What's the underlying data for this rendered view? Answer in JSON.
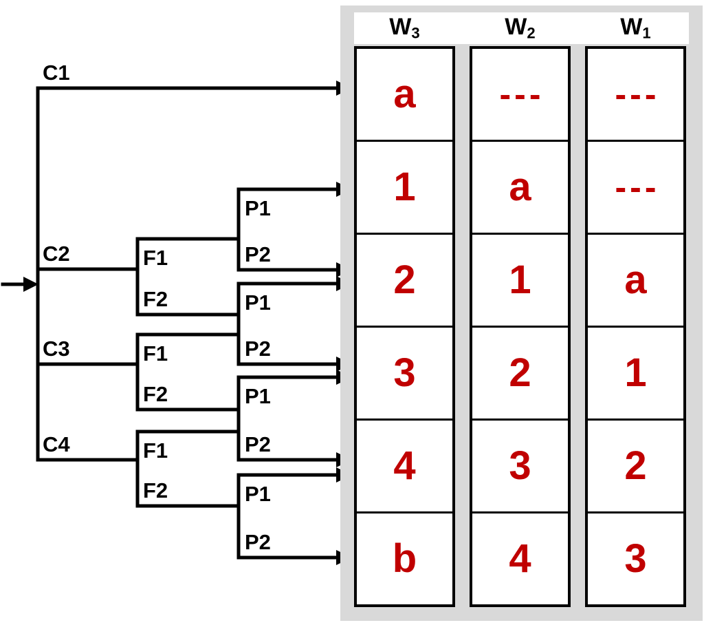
{
  "table": {
    "columns": [
      {
        "label": "W",
        "subscript": "3",
        "cells": [
          "a",
          "1",
          "2",
          "3",
          "4",
          "b"
        ]
      },
      {
        "label": "W",
        "subscript": "2",
        "cells": [
          "---",
          "a",
          "1",
          "2",
          "3",
          "4"
        ]
      },
      {
        "label": "W",
        "subscript": "1",
        "cells": [
          "---",
          "---",
          "a",
          "1",
          "2",
          "3"
        ]
      }
    ]
  },
  "tree": {
    "c_labels": [
      "C1",
      "C2",
      "C3",
      "C4"
    ],
    "f_labels": [
      "F1",
      "F2",
      "F1",
      "F2",
      "F1",
      "F2"
    ],
    "p_labels": [
      "P1",
      "P2",
      "P1",
      "P2",
      "P1",
      "P2",
      "P1",
      "P2"
    ]
  },
  "colors": {
    "value_red": "#C00000",
    "panel_gray": "#D9D9D9",
    "line_black": "#000000",
    "cell_white": "#FFFFFF"
  }
}
